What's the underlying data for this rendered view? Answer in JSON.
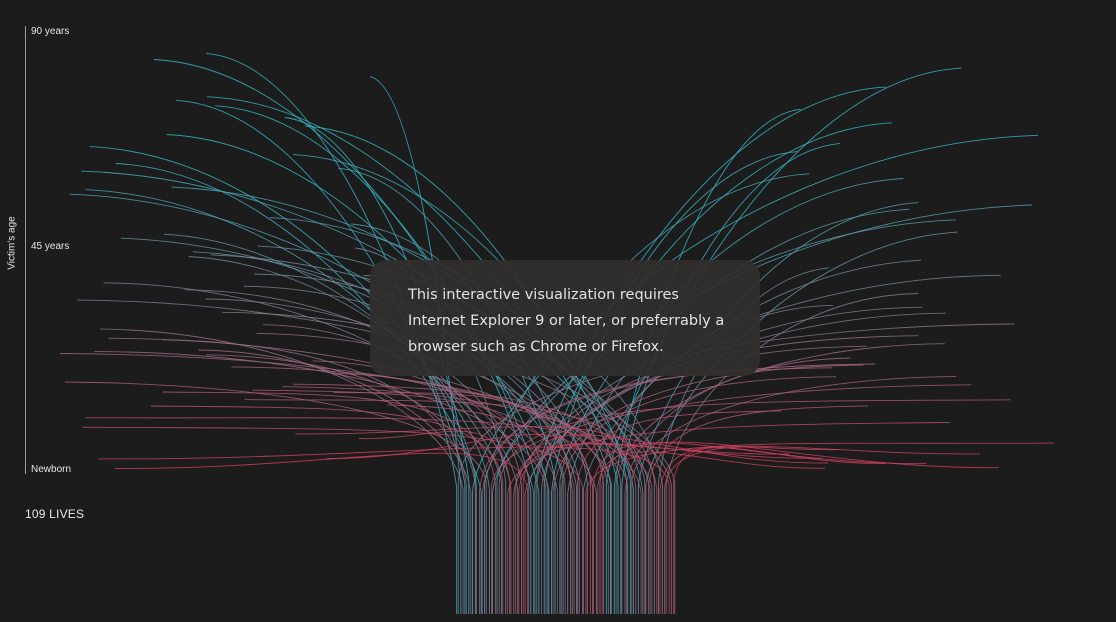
{
  "chart_data": {
    "type": "line",
    "description_ticks": [
      "90 years",
      "45 years",
      "Newborn"
    ],
    "ylabel": "Victim's age",
    "y_range": [
      0,
      90
    ],
    "lives_count_label": "109 LIVES",
    "notice": "This interactive visualization requires Internet Explorer 9 or later, or preferrably a browser such as Chrome or Firefox.",
    "color_young": "#d6405f",
    "color_old": "#35c0cf",
    "series_count": 109,
    "ages": [
      85,
      84,
      82,
      80,
      78,
      77,
      76,
      75,
      74,
      72,
      71,
      70,
      69,
      68,
      67,
      66,
      65,
      64,
      63,
      62,
      61,
      60,
      59,
      58,
      57,
      56,
      55,
      54,
      53,
      52,
      51,
      50,
      49,
      48,
      47,
      46,
      45,
      44,
      44,
      43,
      42,
      41,
      40,
      40,
      39,
      38,
      37,
      36,
      36,
      35,
      34,
      33,
      33,
      32,
      31,
      30,
      30,
      29,
      28,
      28,
      27,
      26,
      26,
      25,
      25,
      24,
      24,
      23,
      23,
      22,
      22,
      21,
      21,
      20,
      20,
      19,
      19,
      18,
      18,
      17,
      17,
      16,
      16,
      15,
      15,
      14,
      14,
      13,
      12,
      12,
      11,
      10,
      9,
      8,
      7,
      6,
      5,
      4,
      3,
      2,
      2,
      1,
      1,
      1,
      0,
      0,
      0,
      0,
      0
    ]
  }
}
